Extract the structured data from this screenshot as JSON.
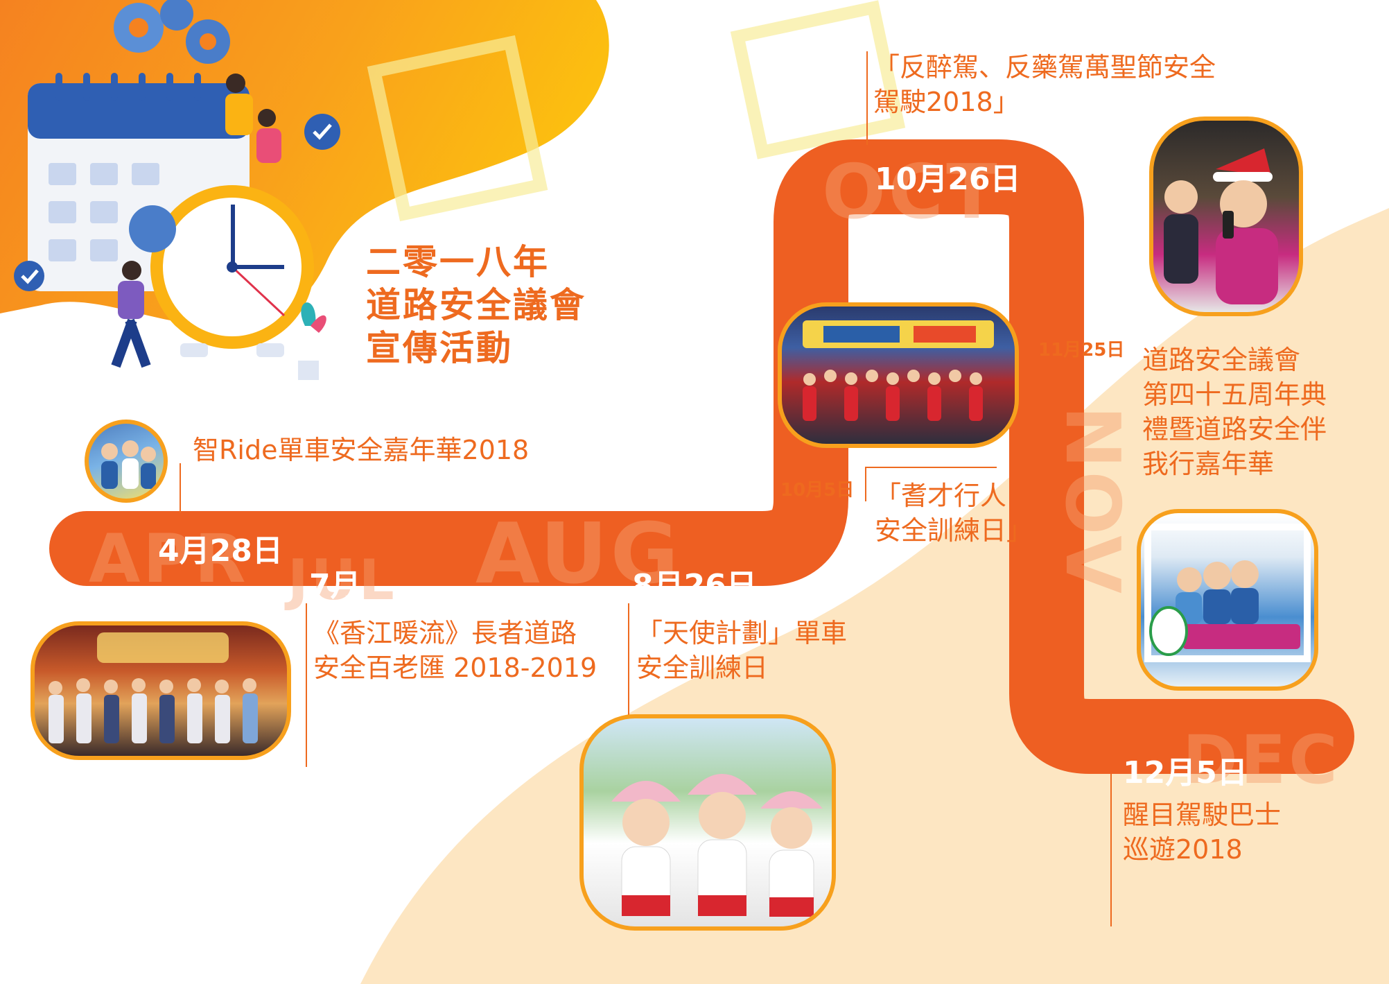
{
  "colors": {
    "orange": "#ee6a1f",
    "road": "#ee5f22",
    "yellow": "#fbb313",
    "cream": "#fde6c2",
    "photo_border": "#f7a01d"
  },
  "header": {
    "title_lines": [
      "二零一八年",
      "道路安全議會",
      "宣傳活動"
    ]
  },
  "months": {
    "apr": "APR",
    "jul": "JUL",
    "aug": "AUG",
    "oct": "OCT",
    "nov": "NOV",
    "dec": "DEC"
  },
  "timeline": {
    "e1": {
      "date": "4月28日",
      "lines": [
        "智Ride單車安全嘉年華2018"
      ],
      "photo": "children-with-bicycle-helmets-group"
    },
    "e2": {
      "date": "7月",
      "lines": [
        "《香江暖流》長者道路",
        "安全百老匯 2018-2019"
      ],
      "photo": "stage-show-performers"
    },
    "e3": {
      "date": "8月26日",
      "lines": [
        "「天使計劃」單車",
        "安全訓練日"
      ],
      "photo": "children-in-helmets-peace-sign"
    },
    "e4": {
      "date": "10月5日",
      "lines": [
        "「耆才行人",
        "安全訓練日」"
      ],
      "photo": "pedestrian-safety-stage-group"
    },
    "e5": {
      "date": "10月26日",
      "lines": [
        "「反醉駕、反藥駕萬聖節安全",
        "駕駛2018」"
      ],
      "photo": "breathalyser-santa-hat"
    },
    "e6": {
      "date": "11月25日",
      "lines": [
        "道路安全議會",
        "第四十五周年典",
        "禮暨道路安全伴",
        "我行嘉年華"
      ],
      "photo": "anniversary-photo-frame"
    },
    "e7": {
      "date": "12月5日",
      "lines": [
        "醒目駕駛巴士",
        "巡遊2018"
      ]
    }
  },
  "decor": {
    "calendar_illustration": "calendar-clock-people-illustration",
    "gear_icon": "gear-icon"
  }
}
